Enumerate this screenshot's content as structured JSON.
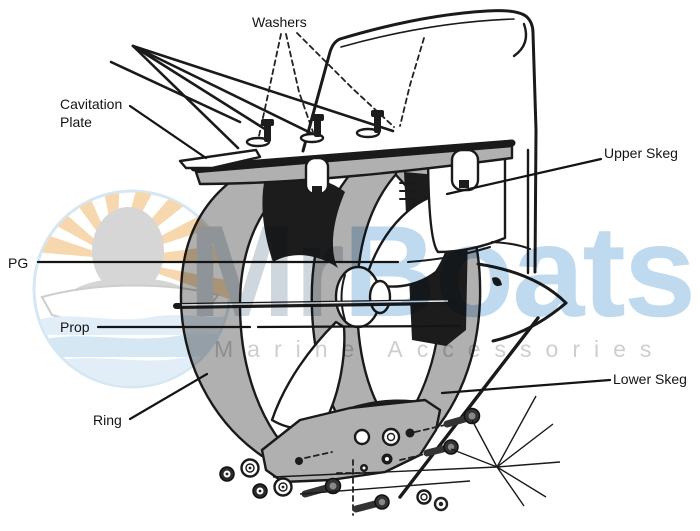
{
  "watermark": {
    "brand_prefix": "Mr",
    "brand_suffix": "Boats",
    "tagline": "Marine Accessories",
    "brand_prefix_color": "#c7d0d9",
    "brand_suffix_color": "#b4d2ec",
    "tagline_color": "#c6c6c6",
    "logo_ray_color": "#f6d0a0",
    "logo_circle_color": "#cfe3f2",
    "logo_gray": "#cfcfcf",
    "logo_wave1": "#dcebf7",
    "logo_wave2": "#cfe3f2"
  },
  "diagram": {
    "labels": {
      "washers": "Washers",
      "cavitation_line1": "Cavitation",
      "cavitation_line2": "Plate",
      "upper_skeg": "Upper Skeg",
      "pg": "PG",
      "prop": "Prop",
      "lower_skeg": "Lower Skeg",
      "ring": "Ring"
    },
    "colors": {
      "outline": "#1a1a1a",
      "guard_gray": "#b0b0b0",
      "dark_fill": "#1c1c1c"
    }
  }
}
